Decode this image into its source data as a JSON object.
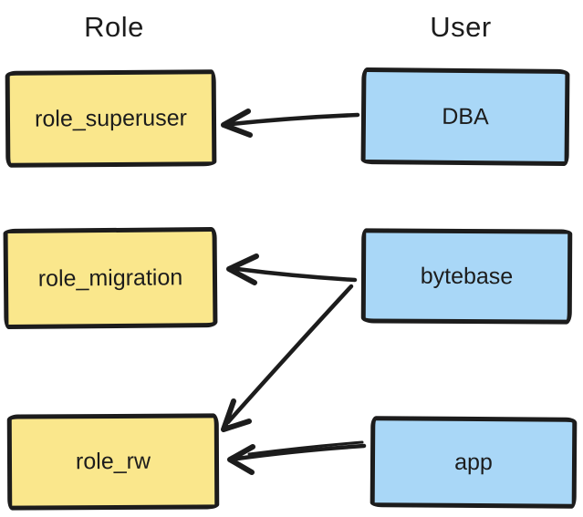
{
  "diagram": {
    "columns": {
      "role_title": "Role",
      "user_title": "User"
    },
    "roles": [
      {
        "label": "role_superuser"
      },
      {
        "label": "role_migration"
      },
      {
        "label": "role_rw"
      }
    ],
    "users": [
      {
        "label": "DBA"
      },
      {
        "label": "bytebase"
      },
      {
        "label": "app"
      }
    ],
    "edges": [
      {
        "from": "DBA",
        "to": "role_superuser"
      },
      {
        "from": "bytebase",
        "to": "role_migration"
      },
      {
        "from": "bytebase",
        "to": "role_rw"
      },
      {
        "from": "app",
        "to": "role_rw"
      }
    ],
    "colors": {
      "role_fill": "#FAE78C",
      "user_fill": "#A9D7F7",
      "stroke": "#1C1C1C",
      "background": "#FFFFFF"
    }
  }
}
